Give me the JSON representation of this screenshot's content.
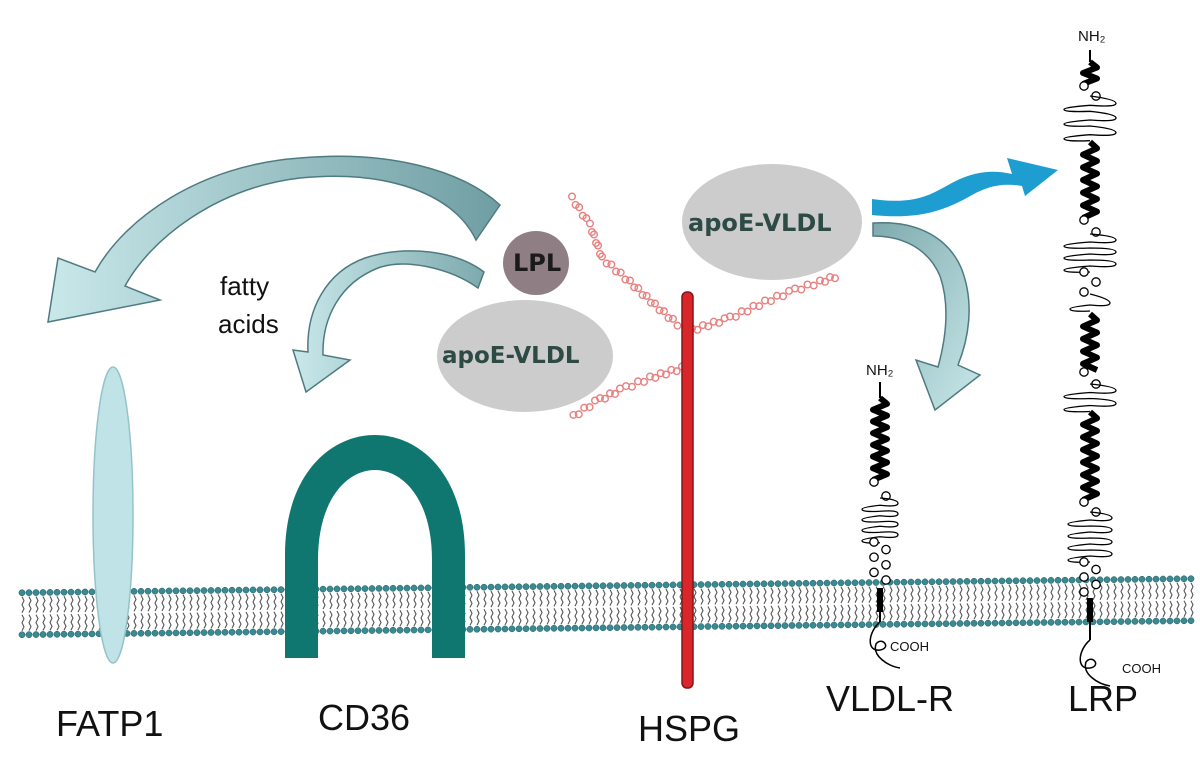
{
  "labels": {
    "fatp1": "FATP1",
    "cd36": "CD36",
    "hspg": "HSPG",
    "vldlr": "VLDL-R",
    "lrp": "LRP",
    "fatty": "fatty",
    "acids": "acids",
    "lpl": "LPL",
    "apoe_vldl_left": "apoE-VLDL",
    "apoe_vldl_right": "apoE-VLDL",
    "nh2_vldlr": "NH₂",
    "nh2_lrp": "NH₂",
    "cooh_vldlr": "COOH",
    "cooh_lrp": "COOH"
  },
  "colors": {
    "membrane_head": "#3b8a92",
    "membrane_tail": "#555555",
    "fatp1": "#bfe3e6",
    "cd36": "#0f7770",
    "hspg": "#d8262b",
    "heparan_chain": "#e98080",
    "lpl": "#8f7f85",
    "vldl": "#cccccc",
    "curved_arrow": "#b9dde0",
    "big_arrow": "#1e9dd1"
  }
}
